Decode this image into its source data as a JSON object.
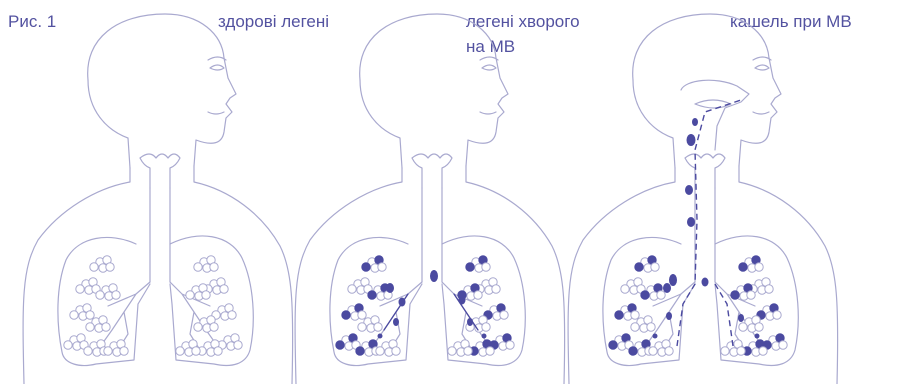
{
  "labels": {
    "figure": "Рис. 1",
    "healthy": "здорові легені",
    "patient_line1": "легені хворого",
    "patient_line2": "на МВ",
    "cough": "кашель при МВ"
  },
  "colors": {
    "text": "#5352a0",
    "outline": "#a9a9cf",
    "mucus": "#4b4aa0"
  }
}
